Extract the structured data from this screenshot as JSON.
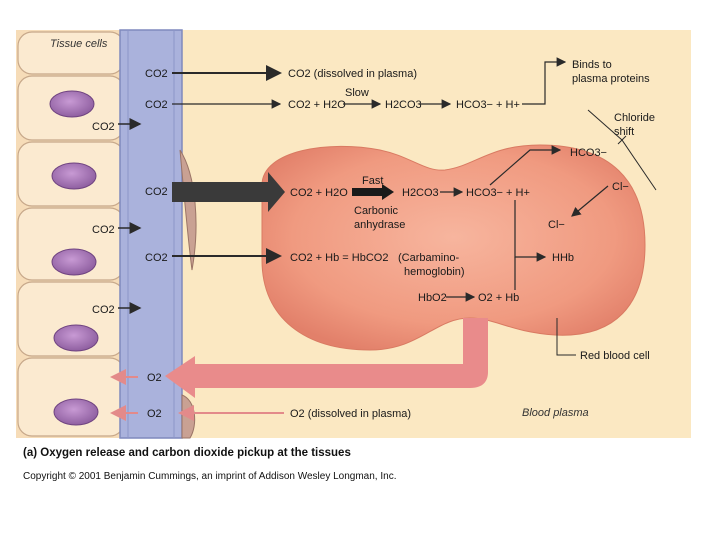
{
  "labels": {
    "tissue_cells": "Tissue cells",
    "blood_plasma": "Blood plasma",
    "red_blood_cell": "Red blood cell"
  },
  "plasma": {
    "co2_dissolved_left": "CO2",
    "co2_dissolved_right": "CO2 (dissolved in plasma)",
    "co2_slow_left": "CO2",
    "slow": "Slow",
    "slow_eq_1": "CO2 + H2O",
    "slow_eq_2": "H2CO3",
    "slow_eq_3": "HCO3− + H+",
    "binds": "Binds to plasma proteins",
    "o2_dissolved_left": "O2",
    "o2_dissolved_right": "O2 (dissolved in plasma)"
  },
  "tissue": {
    "co2_1": "CO2",
    "co2_2": "CO2",
    "co2_3": "CO2"
  },
  "capillary": {
    "co2_fast": "CO2",
    "co2_hb": "CO2",
    "o2": "O2"
  },
  "rbc": {
    "fast": "Fast",
    "fast_eq_1": "CO2 + H2O",
    "fast_eq_2": "H2CO3",
    "fast_eq_3": "HCO3− + H+",
    "enzyme_line1": "Carbonic",
    "enzyme_line2": "anhydrase",
    "hbco2_eq": "CO2 + Hb = HbCO2",
    "carbamino_line1": "(Carbamino-",
    "carbamino_line2": "hemoglobin)",
    "hhb": "HHb",
    "hbo2_eq_1": "HbO2",
    "hbo2_eq_2": "O2 + Hb",
    "hco3_out": "HCO3−",
    "cl_out": "Cl−",
    "cl_in": "Cl−",
    "chloride_shift": "Chloride shift"
  },
  "caption": "(a) Oxygen release and carbon dioxide pickup at the tissues",
  "copyright": "Copyright © 2001 Benjamin Cummings, an imprint of Addison Wesley Longman, Inc.",
  "colors": {
    "plasma_bg": "#fbe8c2",
    "tissue_bg": "#f9e2bd",
    "capillary": "#aab2dc",
    "rbc": "#f09a80",
    "o2_arrow": "#e98b8b",
    "arrow": "#3a3a3a"
  }
}
